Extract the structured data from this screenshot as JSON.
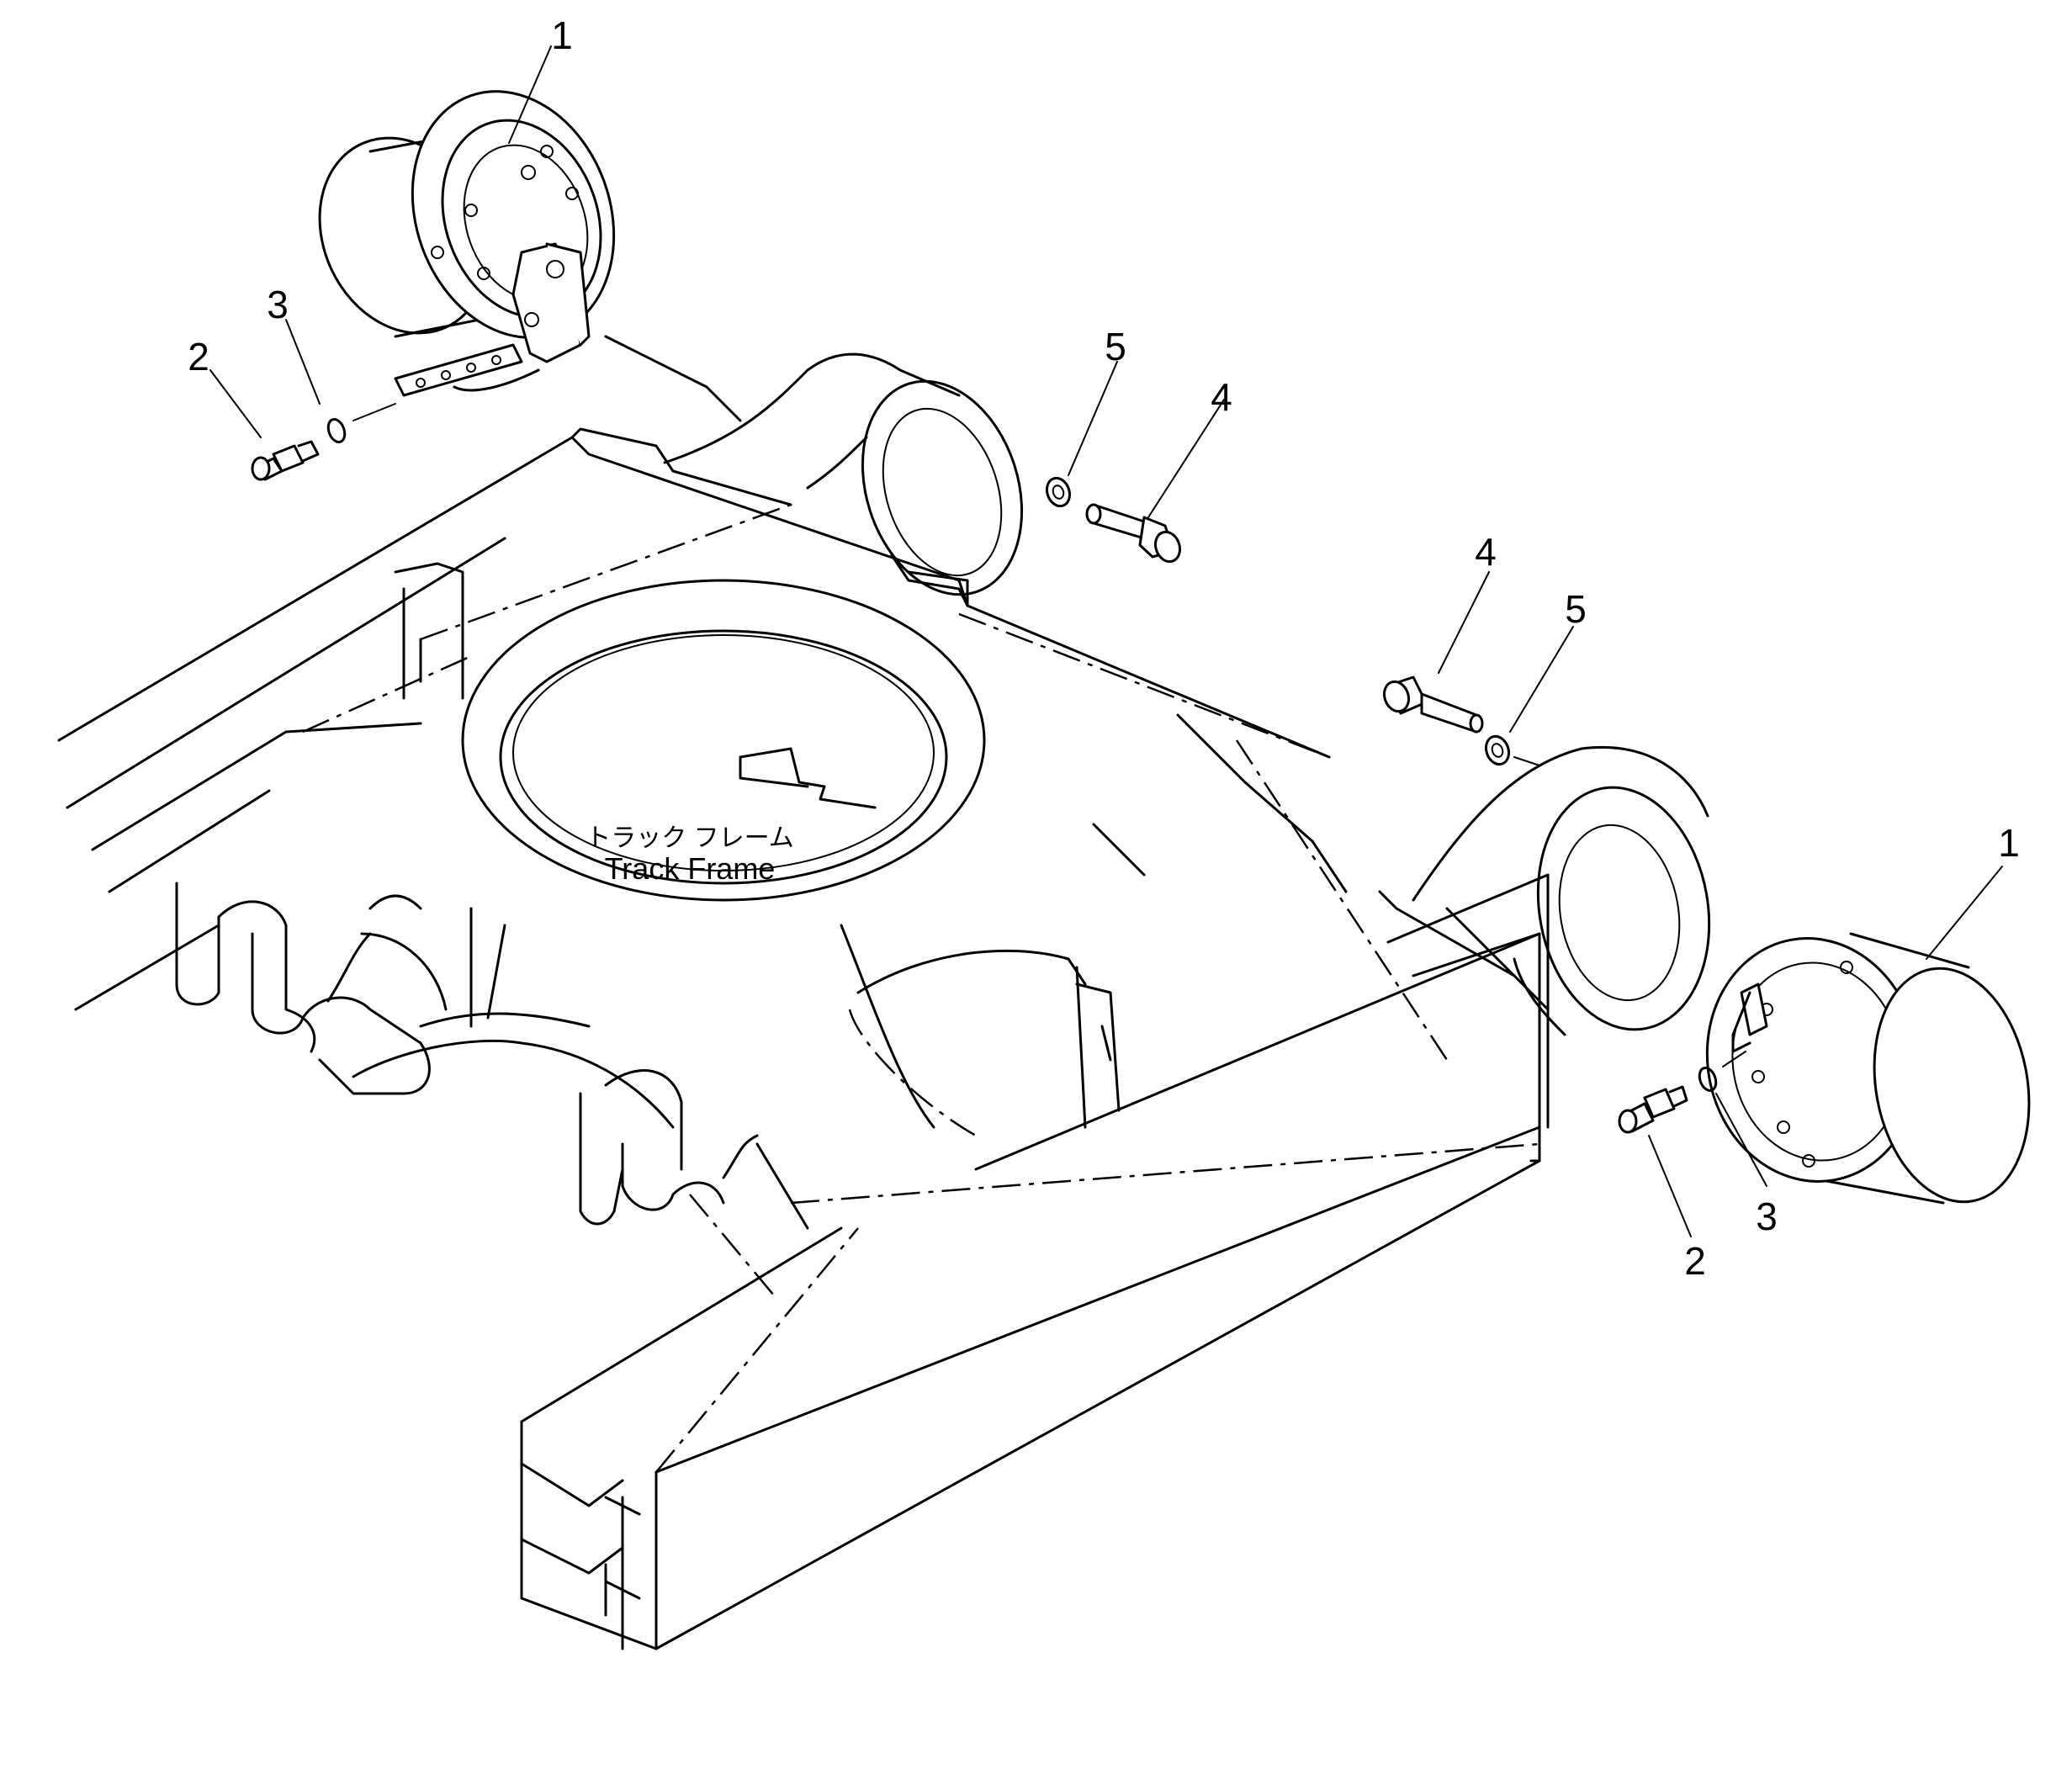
{
  "frame_label": {
    "jp": "トラック フレーム",
    "en": "Track Frame"
  },
  "callouts": {
    "motor_left": "1",
    "motor_right": "1",
    "fitting_left": "2",
    "fitting_right": "2",
    "oring_left": "3",
    "oring_right": "3",
    "bolt_left": "4",
    "bolt_right": "4",
    "washer_left": "5",
    "washer_right": "5"
  }
}
